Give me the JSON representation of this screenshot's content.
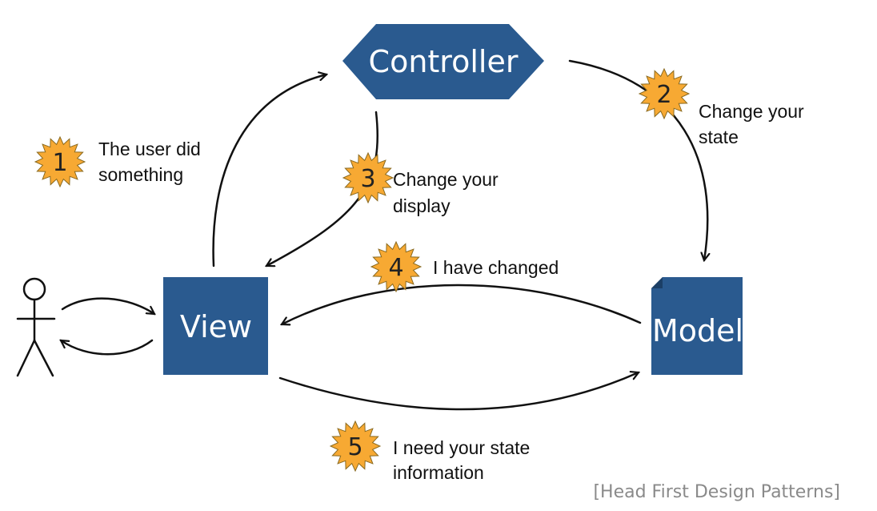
{
  "colors": {
    "node": "#2a5a8f",
    "badge": "#f7a933",
    "ink": "#111111"
  },
  "nodes": {
    "controller": "Controller",
    "view": "View",
    "model": "Model"
  },
  "steps": [
    {
      "number": "1",
      "line1": "The user did",
      "line2": "something"
    },
    {
      "number": "2",
      "line1": "Change your",
      "line2": "state"
    },
    {
      "number": "3",
      "line1": "Change your",
      "line2": "display"
    },
    {
      "number": "4",
      "line1": "I have changed",
      "line2": ""
    },
    {
      "number": "5",
      "line1": "I need your state",
      "line2": "information"
    }
  ],
  "credit": "[Head First Design Patterns]",
  "icons": {
    "user": "stick-figure-icon",
    "badge": "starburst-icon"
  }
}
